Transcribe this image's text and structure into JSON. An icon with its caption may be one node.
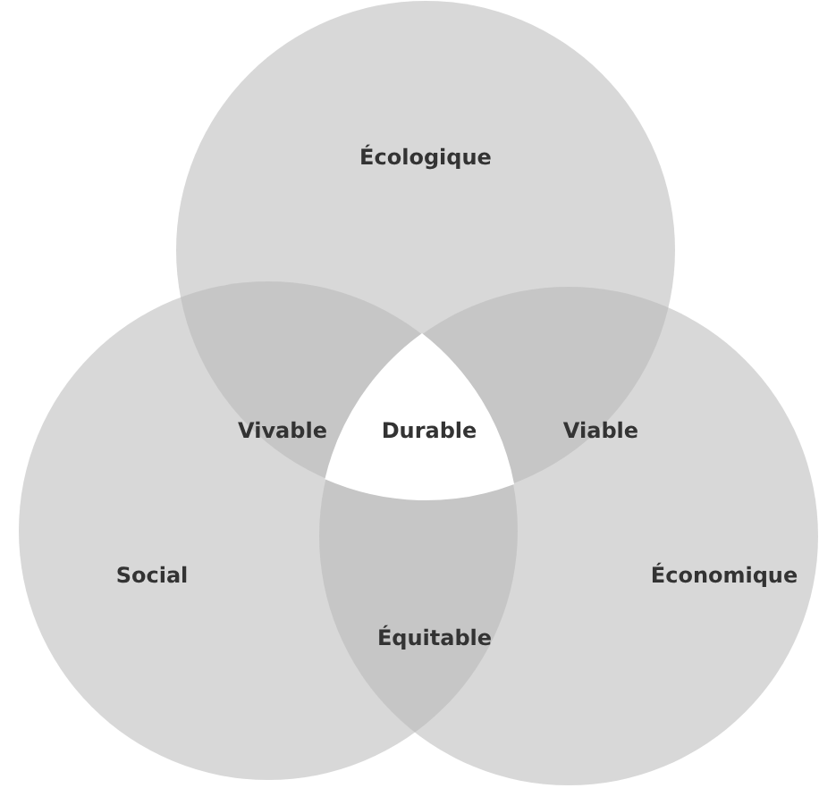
{
  "diagram": {
    "nodes": [
      {
        "text": [
          "Écologique"
        ]
      },
      {
        "text": [
          "Social"
        ]
      },
      {
        "text": [
          "Économique"
        ]
      }
    ],
    "labels": [
      "Vivable",
      "Durable",
      "Viable",
      "Équitable"
    ]
  }
}
